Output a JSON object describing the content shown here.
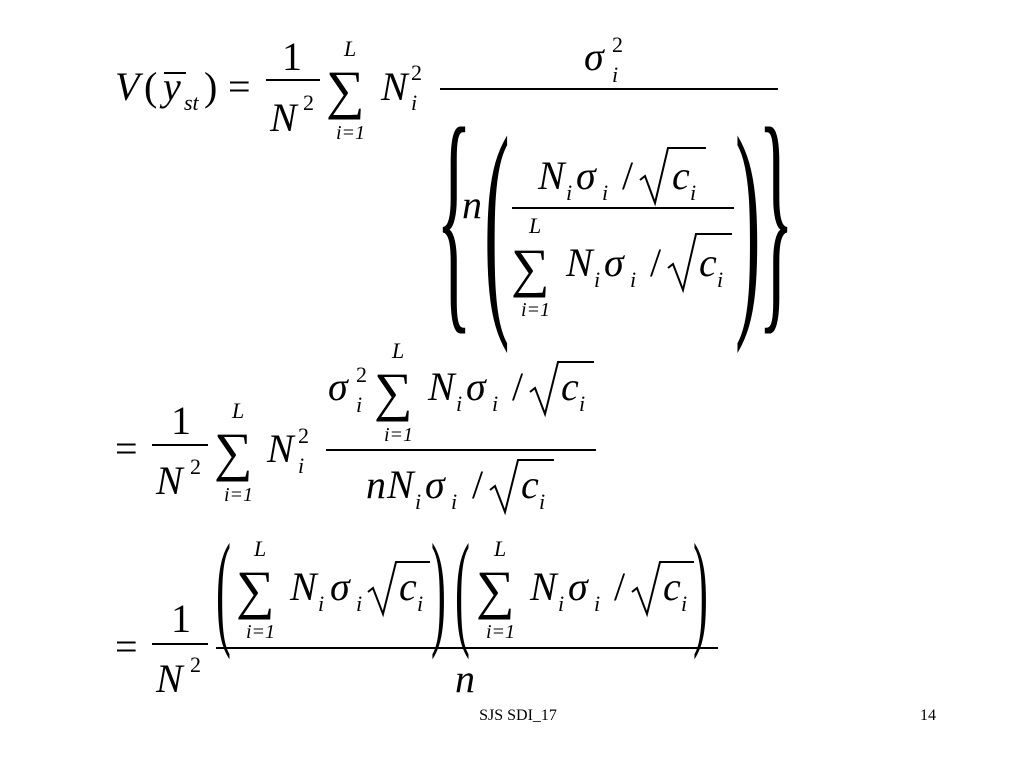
{
  "symbols": {
    "V": "V",
    "y": "y",
    "st": "st",
    "N": "N",
    "n": "n",
    "c": "c",
    "i": "i",
    "L": "L",
    "sigma": "σ",
    "sum": "∑",
    "one": "1",
    "two": "2",
    "eq": "=",
    "i_eq_1": "i=1",
    "slash": "/",
    "lparen": "(",
    "rparen": ")",
    "lbrace": "{",
    "rbrace": "}"
  },
  "footer": {
    "label": "SJS SDI_17",
    "page_number": "14"
  }
}
